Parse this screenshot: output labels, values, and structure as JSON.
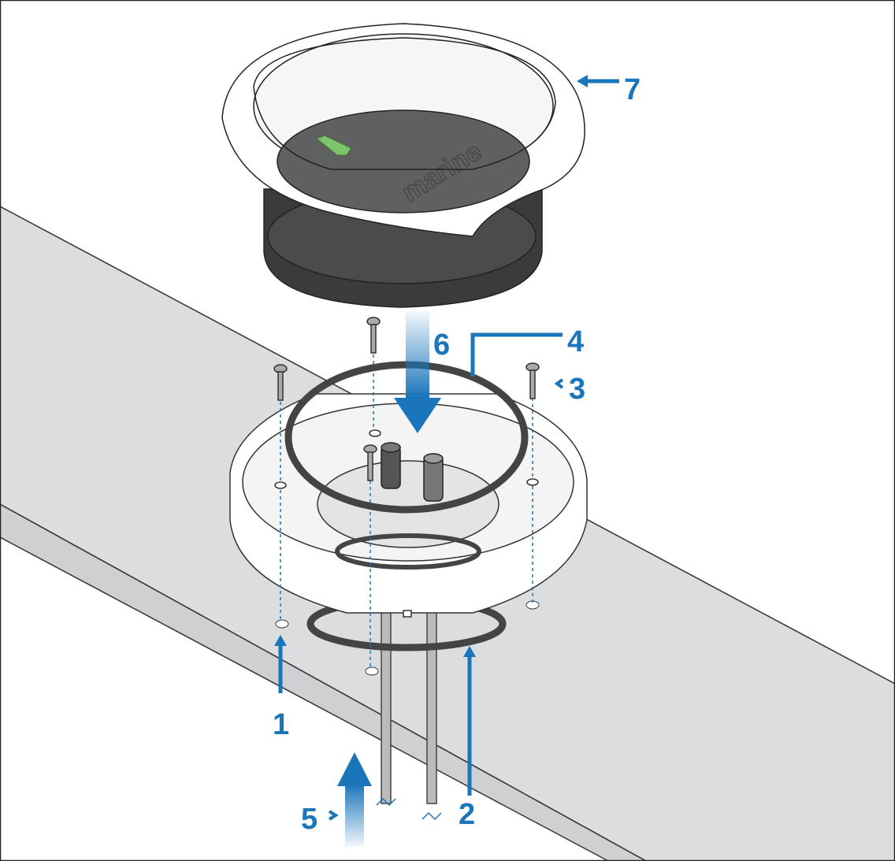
{
  "diagram": {
    "logo_text": "marine",
    "callouts": [
      {
        "id": "1",
        "label": "1"
      },
      {
        "id": "2",
        "label": "2"
      },
      {
        "id": "3",
        "label": "3"
      },
      {
        "id": "4",
        "label": "4"
      },
      {
        "id": "5",
        "label": "5"
      },
      {
        "id": "6",
        "label": "6"
      },
      {
        "id": "7",
        "label": "7"
      }
    ],
    "colors": {
      "callout": "#1a75bb",
      "deck": "#dcdddf",
      "display": "#5f6062",
      "indicator": "#7dc46a"
    }
  }
}
